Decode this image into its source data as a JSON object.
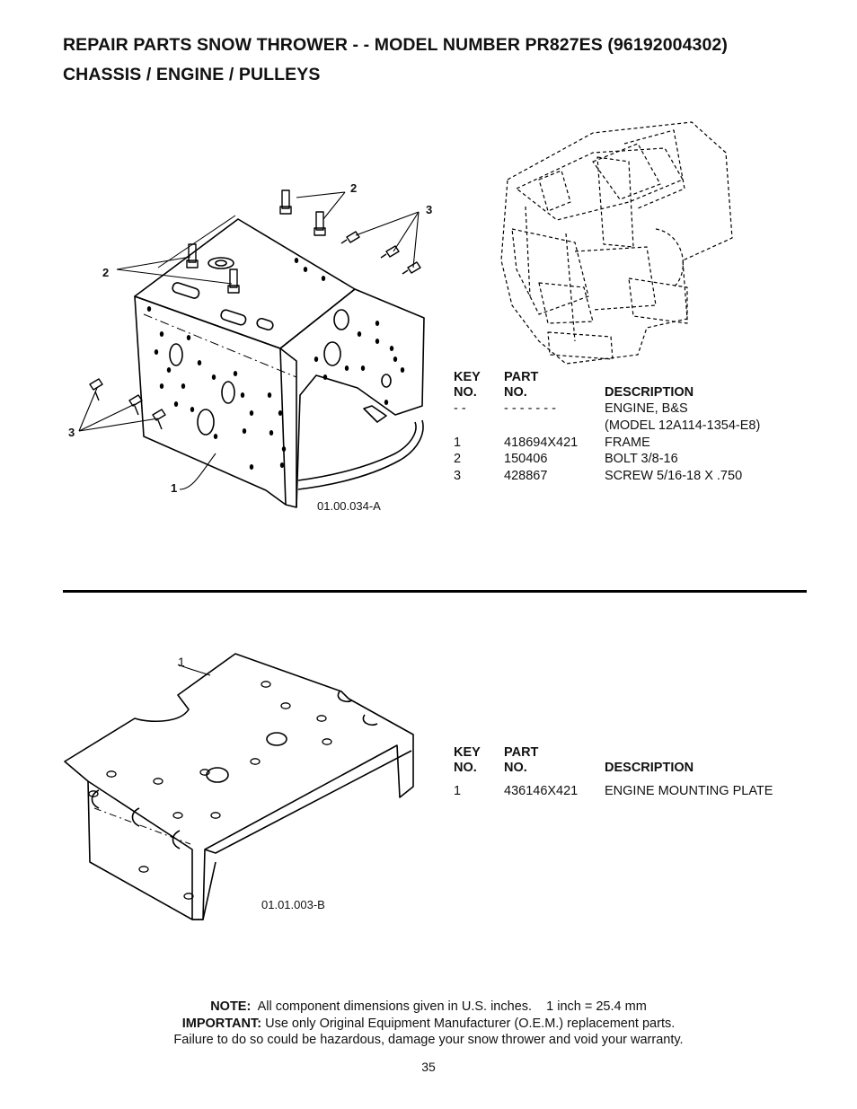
{
  "header": {
    "line1": "REPAIR PARTS  SNOW THROWER - - MODEL NUMBER  PR827ES (96192004302)",
    "line2": "CHASSIS / ENGINE / PULLEYS"
  },
  "section1": {
    "figure_id": "01.00.034-A",
    "callouts": [
      "2",
      "3",
      "2",
      "3",
      "1"
    ],
    "headers": {
      "key_top": "KEY",
      "key_bottom": "NO.",
      "part_top": "PART",
      "part_bottom": "NO.",
      "desc": "DESCRIPTION"
    },
    "rows": [
      {
        "key": "- -",
        "part": "- - - - - - -",
        "desc": "ENGINE, B&S"
      },
      {
        "key": "",
        "part": "",
        "desc": "(MODEL 12A114-1354-E8)"
      },
      {
        "key": "1",
        "part": "418694X421",
        "desc": "FRAME"
      },
      {
        "key": "2",
        "part": "150406",
        "desc": "BOLT 3/8-16"
      },
      {
        "key": "3",
        "part": "428867",
        "desc": "SCREW 5/16-18 X .750"
      }
    ]
  },
  "section2": {
    "figure_id": "01.01.003-B",
    "callout": "1",
    "headers": {
      "key_top": "KEY",
      "key_bottom": "NO.",
      "part_top": "PART",
      "part_bottom": "NO.",
      "desc": "DESCRIPTION"
    },
    "rows": [
      {
        "key": "1",
        "part": "436146X421",
        "desc": "ENGINE MOUNTING PLATE"
      }
    ]
  },
  "footer": {
    "note_label": "NOTE:",
    "note_text": "  All component dimensions given in U.S. inches.    1 inch = 25.4 mm",
    "important_label": "IMPORTANT:",
    "important_text": " Use only Original Equipment Manufacturer (O.E.M.) replacement parts.",
    "warning": "Failure to do so could be hazardous, damage your snow thrower and void your warranty.",
    "page_number": "35"
  }
}
